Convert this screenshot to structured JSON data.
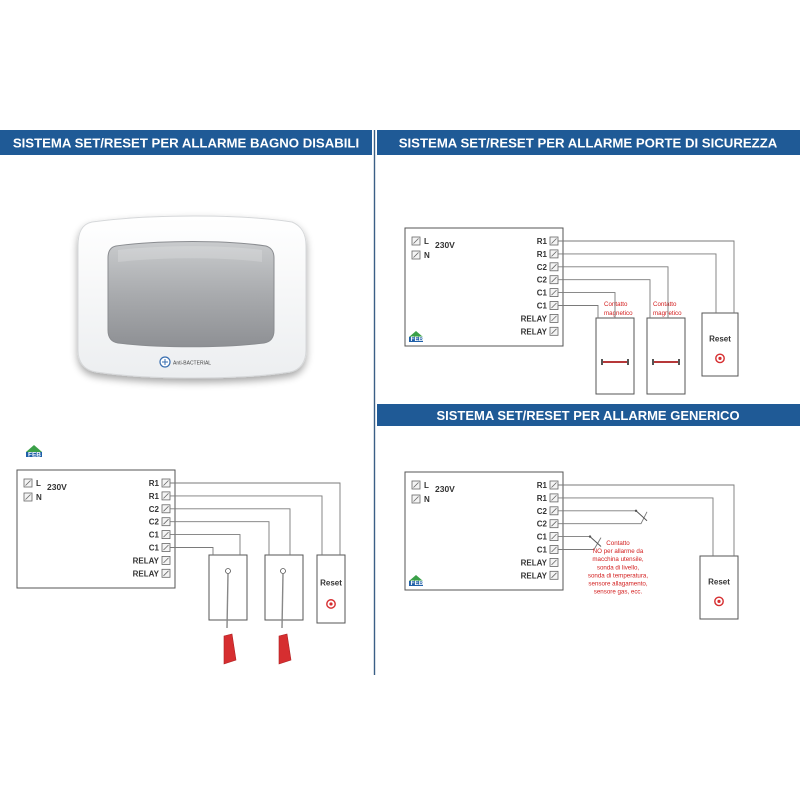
{
  "headers": {
    "left": "SISTEMA SET/RESET PER ALLARME BAGNO DISABILI",
    "right_top": "SISTEMA SET/RESET PER ALLARME PORTE DI SICUREZZA",
    "right_bottom": "SISTEMA SET/RESET PER ALLARME GENERICO"
  },
  "device": {
    "brand_text": "Anti-BACTERIAL"
  },
  "logo_text": "FEB",
  "terminals": {
    "left": [
      "L",
      "N"
    ],
    "voltage": "230V",
    "right": [
      "R1",
      "R1",
      "C2",
      "C2",
      "C1",
      "C1",
      "RELAY",
      "RELAY"
    ]
  },
  "reset_label": "Reset",
  "contact_label": [
    "Contatto",
    "magnetico"
  ],
  "generic_note": [
    "Contatto",
    "NO per allarme da",
    "macchina utensile,",
    "sonda di livello,",
    "sonda di temperatura,",
    "sensore allagamento,",
    "sensore gas, ecc."
  ],
  "colors": {
    "header_bg": "#1f5a96",
    "divider": "#3a5f86",
    "pull_cord_red": "#d62e30",
    "contact_red": "#d32020"
  }
}
